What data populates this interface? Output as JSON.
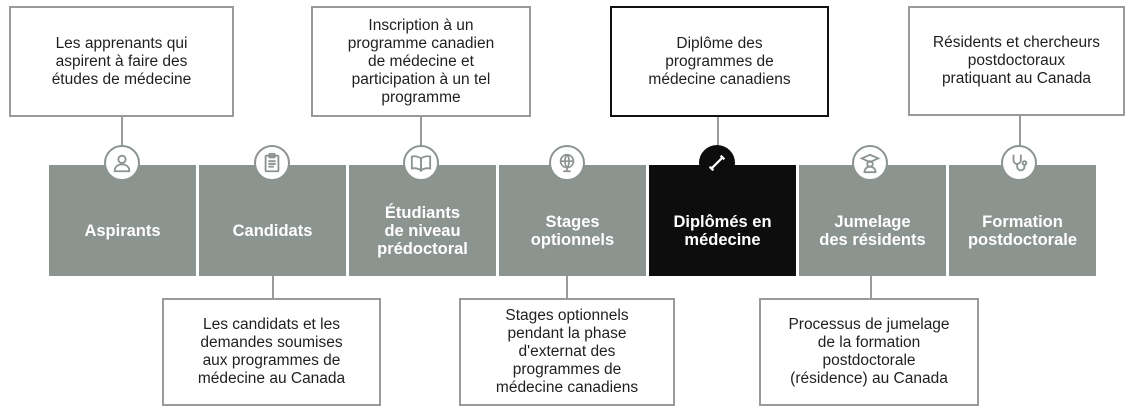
{
  "stages": [
    {
      "label": "Aspirants",
      "icon": "person-icon"
    },
    {
      "label": "Candidats",
      "icon": "clipboard-icon"
    },
    {
      "label": "Étudiants\nde niveau\nprédoctoral",
      "icon": "book-icon"
    },
    {
      "label": "Stages\noptionnels",
      "icon": "globe-icon"
    },
    {
      "label": "Diplômés en\nmédecine",
      "icon": "diploma-icon",
      "active": true
    },
    {
      "label": "Jumelage\ndes résidents",
      "icon": "graduate-icon"
    },
    {
      "label": "Formation\npostdoctorale",
      "icon": "stethoscope-icon"
    }
  ],
  "callouts_top": [
    "Les apprenants qui\naspirent à faire des\nétudes de médecine",
    "Inscription à un\nprogramme canadien\nde médecine et\nparticipation à un tel\nprogramme",
    "Diplôme des\nprogrammes de\nmédecine canadiens",
    "Résidents et chercheurs\npostdoctoraux\npratiquant au Canada"
  ],
  "callouts_bottom": [
    "Les candidats et les\ndemandes soumises\naux programmes de\nmédecine au Canada",
    "Stages optionnels\npendant la phase\nd'externat des\nprogrammes de\nmédecine canadiens",
    "Processus de jumelage\nde la formation\npostdoctorale\n(résidence) au Canada"
  ],
  "colors": {
    "stage": "#8c9490",
    "active": "#0d0d0d",
    "line": "#9a9a9a"
  }
}
